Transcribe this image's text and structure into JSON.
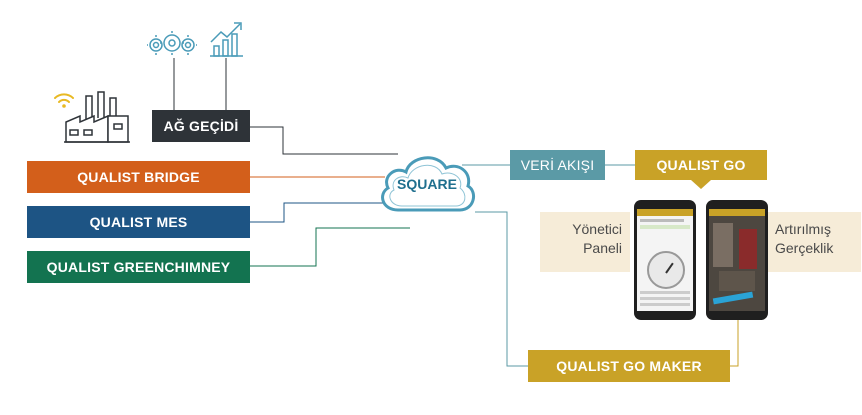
{
  "nodes": {
    "gateway": "AĞ GEÇİDİ",
    "bridge": "QUALIST BRIDGE",
    "mes": "QUALIST MES",
    "greenchimney": "QUALIST GREENCHIMNEY",
    "cloud": "SQUARE",
    "data_flow": "VERİ AKIŞI",
    "go": "QUALIST GO",
    "go_maker": "QUALIST GO MAKER"
  },
  "labels": {
    "admin_panel": [
      "Yönetici",
      "Paneli"
    ],
    "augmented_reality": [
      "Artırılmış",
      "Gerçeklik"
    ]
  },
  "icons": [
    "gears-icon",
    "growth-chart-icon",
    "wifi-icon",
    "factory-icon",
    "cloud-icon",
    "phone-icon"
  ],
  "colors": {
    "gateway": "#2e3338",
    "bridge": "#d35f1b",
    "mes": "#1d5484",
    "greenchimney": "#137350",
    "data_flow": "#5b9aa6",
    "go": "#c9a227",
    "label_bg": "#f6ecd8",
    "line": "#2e3338",
    "cloud_stroke": "#4a9bb8",
    "wifi": "#e8b923"
  }
}
